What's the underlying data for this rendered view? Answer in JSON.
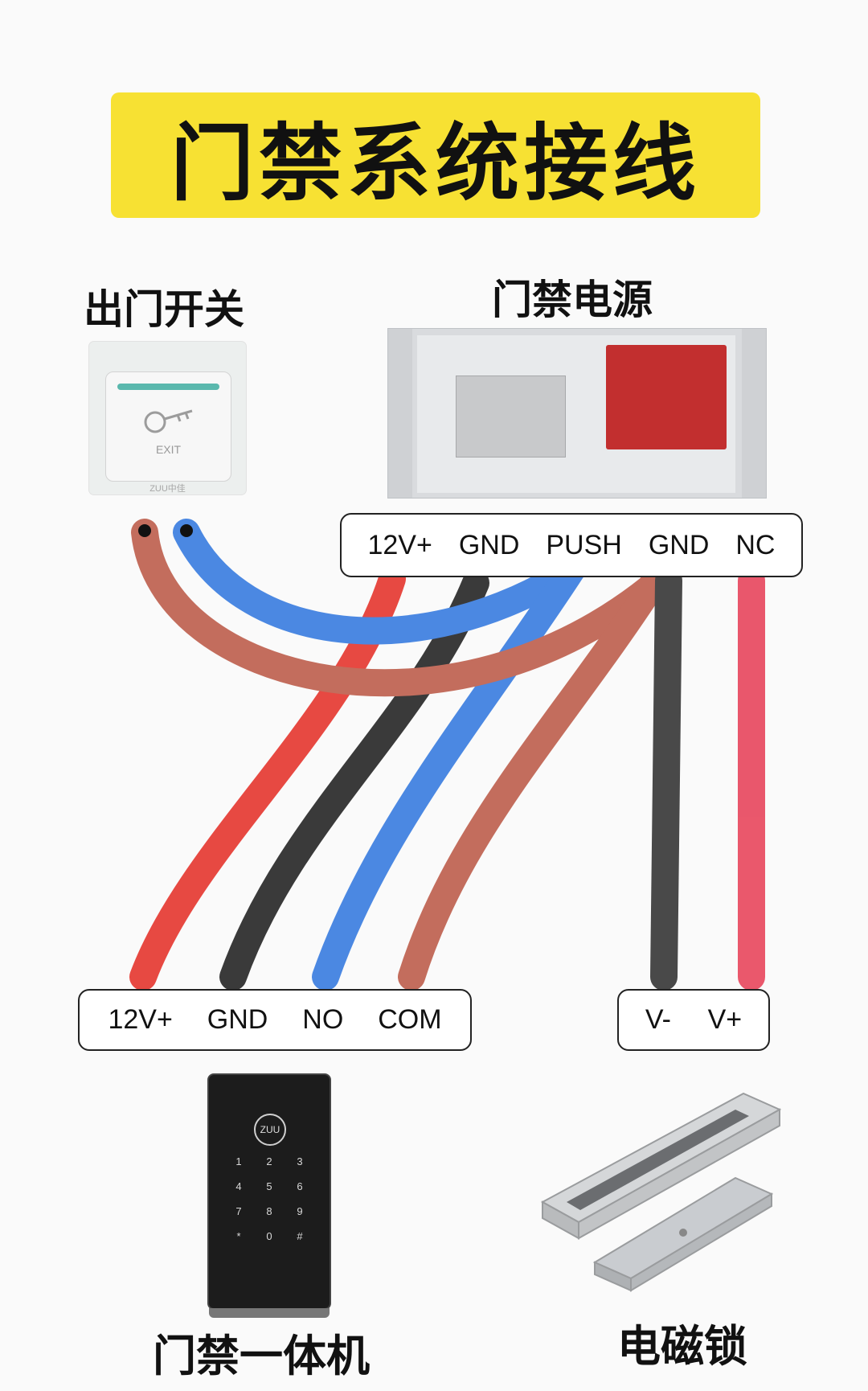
{
  "title": "门禁系统接线",
  "components": {
    "exit_switch": {
      "label": "出门开关",
      "button_text": "EXIT",
      "brand_text": "ZUU中佳"
    },
    "power_supply": {
      "label": "门禁电源",
      "terminals": [
        "12V+",
        "GND",
        "PUSH",
        "GND",
        "NC"
      ]
    },
    "keypad": {
      "label": "门禁一体机",
      "terminals": [
        "12V+",
        "GND",
        "NO",
        "COM"
      ],
      "logo": "ZUU",
      "keys": [
        "1",
        "2",
        "3",
        "4",
        "5",
        "6",
        "7",
        "8",
        "9",
        "*",
        "0",
        "#"
      ]
    },
    "mag_lock": {
      "label": "电磁锁",
      "terminals": [
        "V-",
        "V+"
      ]
    }
  },
  "colors": {
    "title_bg": "#f7e133",
    "wire_red": "#e63a33",
    "wire_black": "#2a2a2a",
    "wire_blue": "#3d7fe0",
    "wire_brown": "#bf6250",
    "wire_pink": "#e84a60",
    "wire_dark": "#3a3a3a"
  },
  "connections": [
    {
      "from": "exit_switch",
      "to": "power_supply.PUSH",
      "color": "blue"
    },
    {
      "from": "exit_switch",
      "to": "power_supply.GND",
      "color": "brown"
    },
    {
      "from": "power_supply.12V+",
      "to": "keypad.12V+",
      "color": "red"
    },
    {
      "from": "power_supply.GND",
      "to": "keypad.GND",
      "color": "black"
    },
    {
      "from": "power_supply.PUSH",
      "to": "keypad.NO",
      "color": "blue"
    },
    {
      "from": "power_supply.GND",
      "to": "keypad.COM",
      "color": "brown"
    },
    {
      "from": "power_supply.GND",
      "to": "mag_lock.V-",
      "color": "dark"
    },
    {
      "from": "power_supply.NC",
      "to": "mag_lock.V+",
      "color": "pink"
    }
  ]
}
